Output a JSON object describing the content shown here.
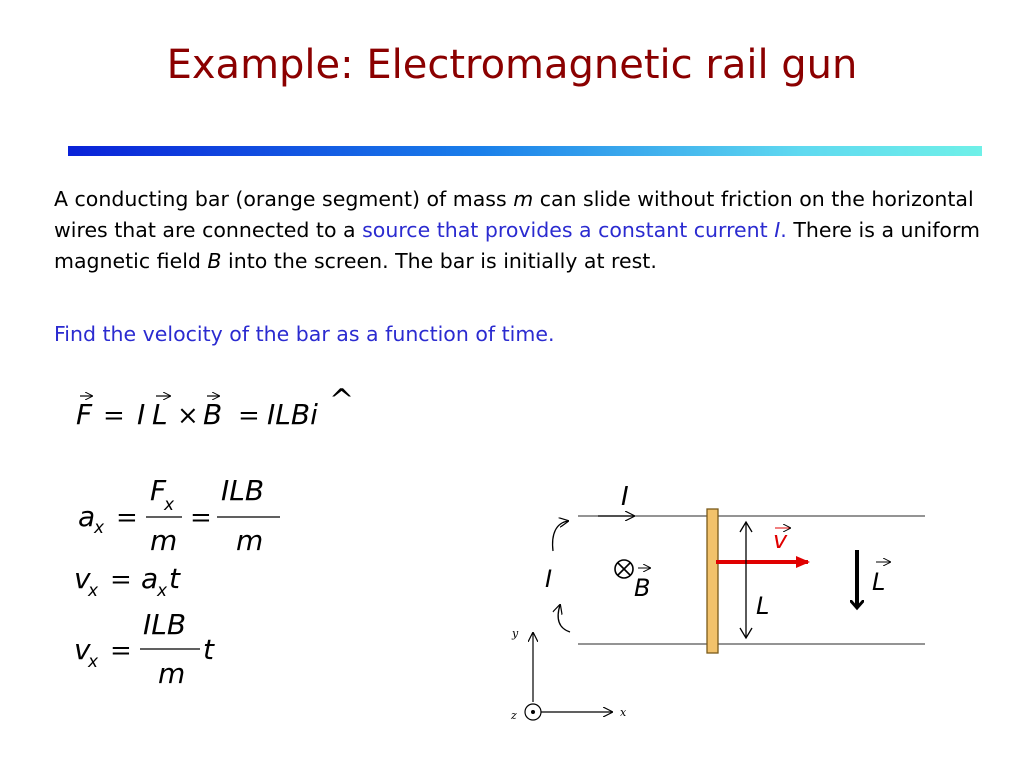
{
  "slide": {
    "title": "Example: Electromagnetic rail gun"
  },
  "paragraph": {
    "t1": "A conducting bar (orange segment) of mass ",
    "m": "m",
    "t2": " can slide without friction on the horizontal wires that are connected to a ",
    "blue1": "source that provides a constant current ",
    "blue_I": "I",
    "blue_dot": ".",
    "t3": " There is a uniform magnetic field ",
    "B": "B",
    "t4": " into the screen. The bar is initially at rest."
  },
  "question": "Find the velocity of the bar as a function of time.",
  "eq1": {
    "F": "F",
    "eq": "=",
    "I": "I",
    "L": "L",
    "cross": "×",
    "B": "B",
    "eq2": "=",
    "rhs": "ILBi",
    "hat": "^"
  },
  "eq2": {
    "a": "a",
    "x": "x",
    "eq": "=",
    "F": "F",
    "Fx": "x",
    "m1": "m",
    "eq2": "=",
    "num": "ILB",
    "m2": "m"
  },
  "eq3": {
    "v": "v",
    "x": "x",
    "eq": "=",
    "a": "a",
    "ax": "x",
    "t": "t"
  },
  "eq4": {
    "v": "v",
    "x": "x",
    "eq": "=",
    "num": "ILB",
    "t": "t",
    "den": "m"
  },
  "diagram": {
    "I_top": "I",
    "I_left": "I",
    "v": "v",
    "B": "B",
    "L_bar": "L",
    "L_vec": "L",
    "axis_y": "y",
    "axis_x": "x",
    "axis_z": "z",
    "bar_color": "#f2c26b",
    "vel_color": "#e00000"
  }
}
